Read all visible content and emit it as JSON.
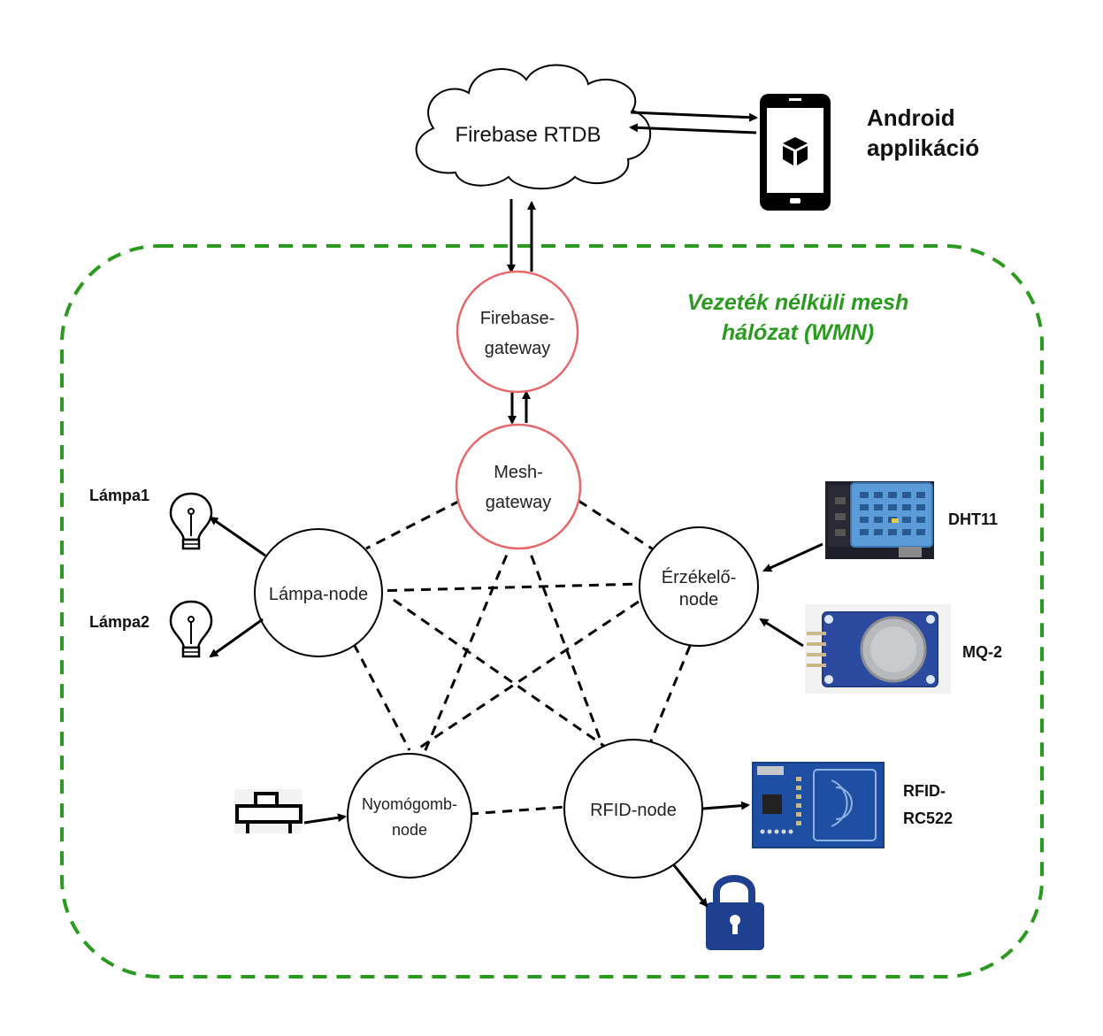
{
  "cloud": {
    "label": "Firebase RTDB"
  },
  "android": {
    "line1": "Android",
    "line2": "applikáció"
  },
  "mesh_title": {
    "line1": "Vezeték nélküli mesh",
    "line2": "hálózat (WMN)"
  },
  "nodes": {
    "firebase_gateway": {
      "line1": "Firebase-",
      "line2": "gateway"
    },
    "mesh_gateway": {
      "line1": "Mesh-",
      "line2": "gateway"
    },
    "lampa_node": {
      "label": "Lámpa-node"
    },
    "erzekelo_node": {
      "line1": "Érzékelő-",
      "line2": "node"
    },
    "nyomogomb_node": {
      "line1": "Nyomógomb-",
      "line2": "node"
    },
    "rfid_node": {
      "label": "RFID-node"
    }
  },
  "devices": {
    "lampa1": "Lámpa1",
    "lampa2": "Lámpa2",
    "dht11": "DHT11",
    "mq2": "MQ-2",
    "rfid_line1": "RFID-",
    "rfid_line2": "RC522"
  },
  "colors": {
    "mesh_border": "#2a9b1e",
    "gateway_border": "#e8676a",
    "lock": "#1f3f8f",
    "sensor_blue": "#5b9bd8",
    "board_blue": "#2b4aa0"
  },
  "icons": [
    "cloud-icon",
    "phone-icon",
    "box-icon",
    "bulb-icon",
    "button-icon",
    "lock-icon",
    "dht11-sensor-icon",
    "mq2-sensor-icon",
    "rfid-board-icon"
  ]
}
